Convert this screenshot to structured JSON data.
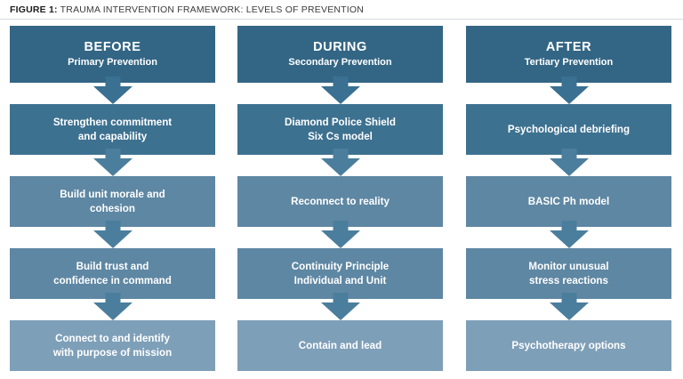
{
  "figure": {
    "label": "FIGURE 1:",
    "title": "TRAUMA INTERVENTION FRAMEWORK: LEVELS OF PREVENTION"
  },
  "theme": {
    "header_bg": "#336685",
    "box_dark": "#3d7190",
    "box_mid": "#5e87a3",
    "box_light": "#7e9fb8",
    "arrow": "#4b7e9c",
    "text": "#ffffff",
    "caption_text": "#3b3b3b",
    "page_bg": "#ffffff"
  },
  "columns": [
    {
      "id": "before",
      "title": "BEFORE",
      "subtitle": "Primary Prevention",
      "steps": [
        {
          "text": "Strengthen commitment\nand capability",
          "tone": "dark"
        },
        {
          "text": "Build unit morale and\ncohesion",
          "tone": "mid"
        },
        {
          "text": "Build trust and\nconfidence in command",
          "tone": "mid"
        },
        {
          "text": "Connect to and identify\nwith purpose of mission",
          "tone": "light"
        }
      ]
    },
    {
      "id": "during",
      "title": "DURING",
      "subtitle": "Secondary Prevention",
      "steps": [
        {
          "text": "Diamond Police Shield\nSix Cs model",
          "tone": "dark"
        },
        {
          "text": "Reconnect to reality",
          "tone": "mid"
        },
        {
          "text": "Continuity Principle\nIndividual and Unit",
          "tone": "mid"
        },
        {
          "text": "Contain and lead",
          "tone": "light"
        }
      ]
    },
    {
      "id": "after",
      "title": "AFTER",
      "subtitle": "Tertiary Prevention",
      "steps": [
        {
          "text": "Psychological debriefing",
          "tone": "dark"
        },
        {
          "text": "BASIC Ph model",
          "tone": "mid"
        },
        {
          "text": "Monitor unusual\nstress reactions",
          "tone": "mid"
        },
        {
          "text": "Psychotherapy options",
          "tone": "light"
        }
      ]
    }
  ]
}
